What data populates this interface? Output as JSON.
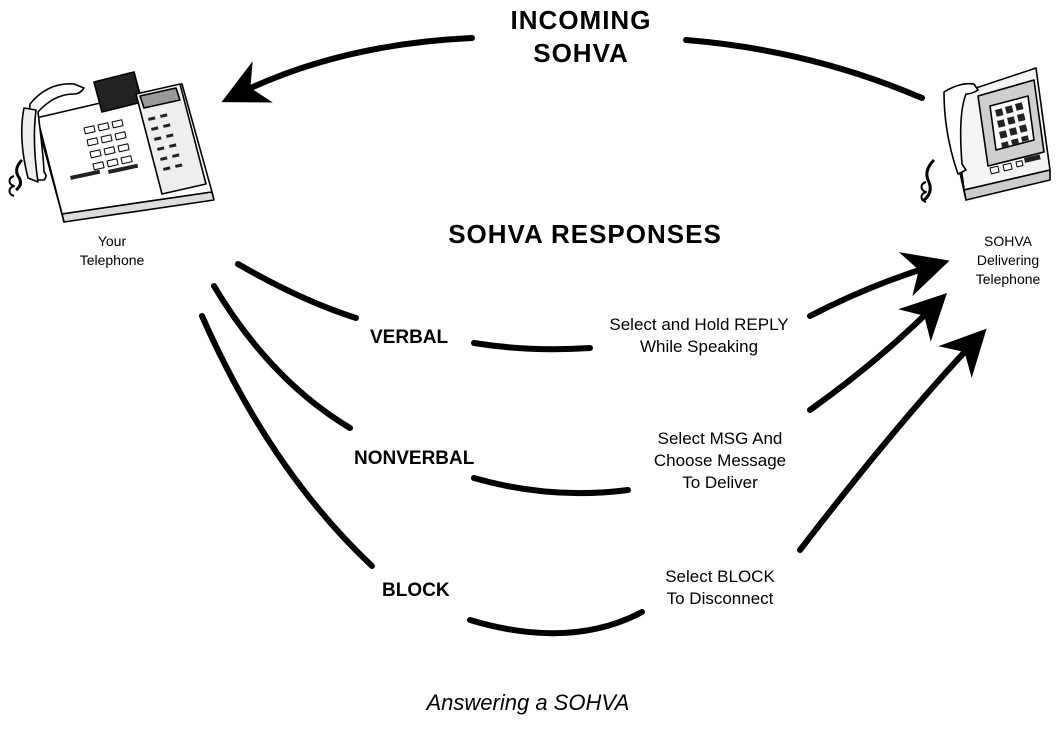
{
  "title": {
    "line1": "INCOMING",
    "line2": "SOHVA"
  },
  "subtitle": "SOHVA RESPONSES",
  "phones": {
    "left": {
      "line1": "Your",
      "line2": "Telephone"
    },
    "right": {
      "line1": "SOHVA",
      "line2": "Delivering",
      "line3": "Telephone"
    }
  },
  "responses": [
    {
      "name": "VERBAL",
      "instruction": [
        "Select and Hold REPLY",
        "While Speaking"
      ]
    },
    {
      "name": "NONVERBAL",
      "instruction": [
        "Select MSG And",
        "Choose Message",
        "To Deliver"
      ]
    },
    {
      "name": "BLOCK",
      "instruction": [
        "Select BLOCK",
        "To Disconnect"
      ]
    }
  ],
  "caption": "Answering a SOHVA"
}
